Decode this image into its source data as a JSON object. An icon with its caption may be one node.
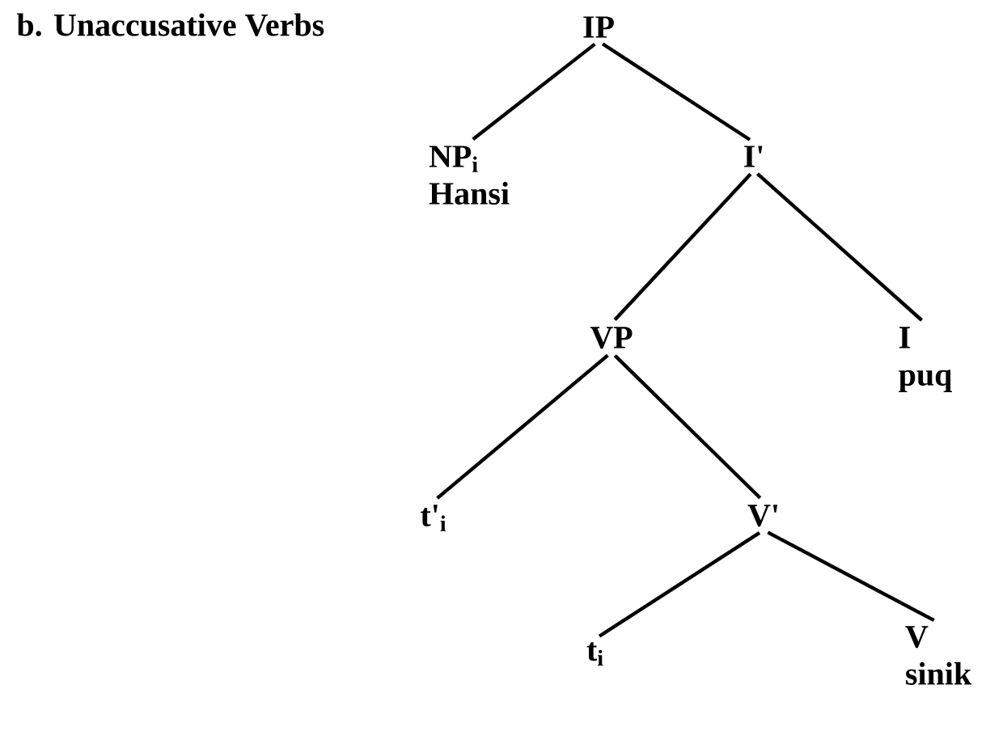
{
  "diagram": {
    "title": "b. Unaccusative Verbs",
    "nodes": [
      {
        "text": [
          "IP"
        ]
      },
      {
        "text": [
          "NP$_{i}$",
          "Hansi"
        ]
      },
      {
        "text": [
          "I'"
        ]
      },
      {
        "text": [
          "VP"
        ]
      },
      {
        "text": [
          "I",
          "puq"
        ]
      },
      {
        "text": [
          "t'$_{i}$"
        ]
      },
      {
        "text": [
          "V'"
        ]
      },
      {
        "text": [
          "t$_{i}$"
        ]
      },
      {
        "text": [
          "V",
          "sinik"
        ]
      }
    ],
    "edges": [
      {
        "from": 0,
        "to": 1,
        "arrow": "none"
      },
      {
        "from": 0,
        "to": 2,
        "arrow": "none"
      },
      {
        "from": 2,
        "to": 3,
        "arrow": "none"
      },
      {
        "from": 2,
        "to": 4,
        "arrow": "none"
      },
      {
        "from": 3,
        "to": 5,
        "arrow": "none"
      },
      {
        "from": 3,
        "to": 6,
        "arrow": "none"
      },
      {
        "from": 6,
        "to": 7,
        "arrow": "none"
      },
      {
        "from": 6,
        "to": 8,
        "arrow": "none"
      }
    ]
  }
}
